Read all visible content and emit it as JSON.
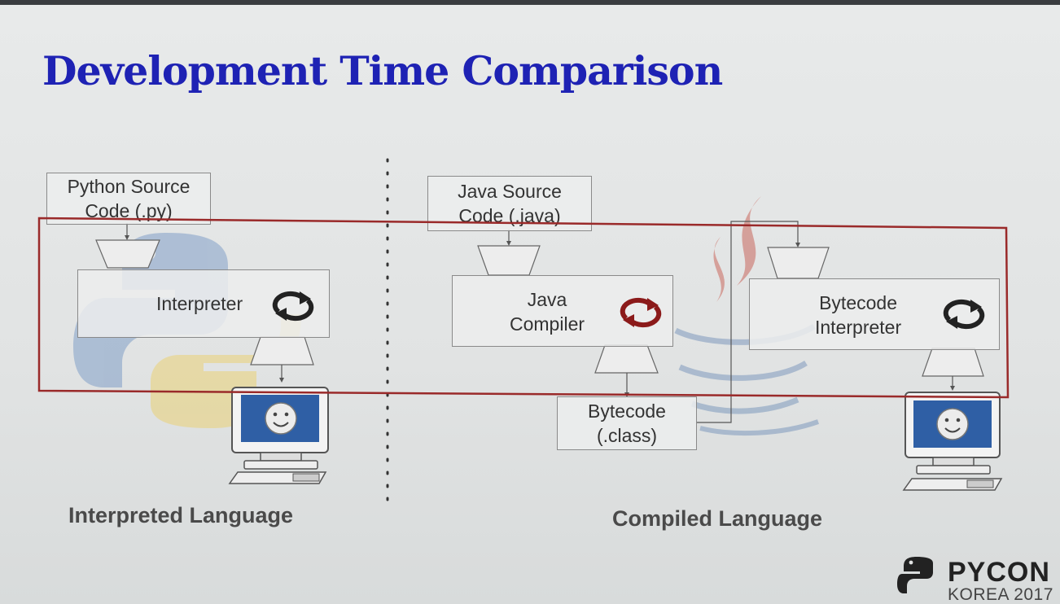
{
  "title": "Development Time Comparison",
  "interpreted": {
    "source_line1": "Python Source",
    "source_line2": "Code (.py)",
    "interpreter": "Interpreter",
    "section_label": "Interpreted Language"
  },
  "compiled": {
    "source_line1": "Java Source",
    "source_line2": "Code (.java)",
    "compiler_line1": "Java",
    "compiler_line2": "Compiler",
    "bytecode_line1": "Bytecode",
    "bytecode_line2": "(.class)",
    "interpreter_line1": "Bytecode",
    "interpreter_line2": "Interpreter",
    "section_label": "Compiled Language"
  },
  "brand": {
    "name": "PYCON",
    "edition": "KOREA 2017"
  },
  "colors": {
    "title": "#1e22b4",
    "highlight_frame": "#9a2a2a",
    "compiler_cycle": "#8b1a1a",
    "cycle": "#222222"
  },
  "icons": [
    "python-logo-watermark-icon",
    "java-logo-watermark-icon",
    "cycle-arrows-icon",
    "computer-smiley-icon",
    "pycon-logo-icon"
  ]
}
